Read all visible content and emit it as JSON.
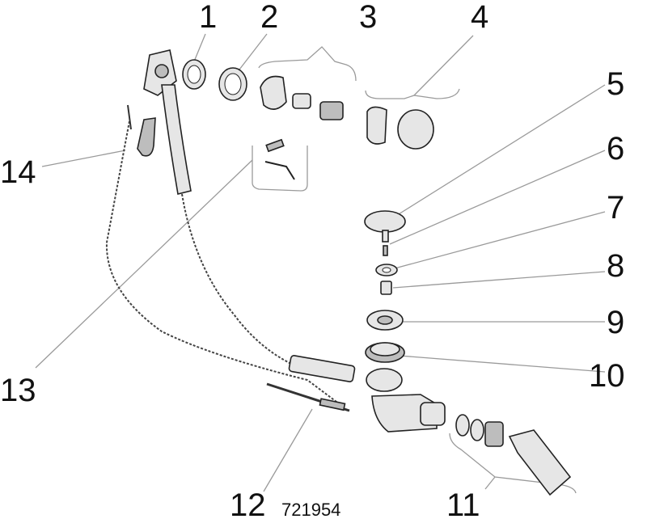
{
  "diagram": {
    "callouts": [
      "1",
      "2",
      "3",
      "4",
      "5",
      "6",
      "7",
      "8",
      "9",
      "10",
      "11",
      "12",
      "13",
      "14"
    ],
    "article_number": "721954"
  }
}
